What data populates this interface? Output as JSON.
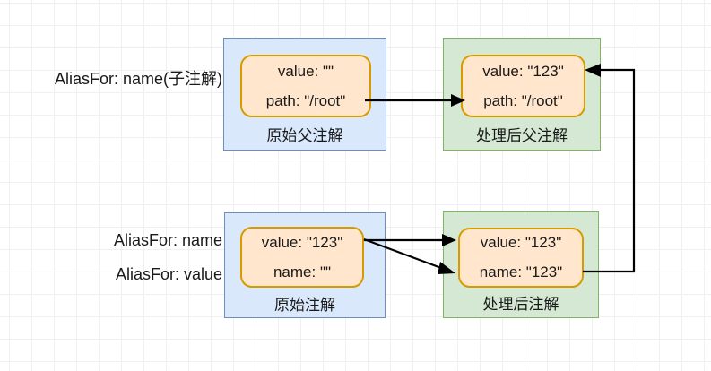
{
  "diagram": {
    "title": "AliasFor annotation processing",
    "background": "#ffffff",
    "grid_color": "#e4e4e4",
    "palette": {
      "blue_fill": "#dae8fc",
      "blue_stroke": "#6c8ebf",
      "green_fill": "#d5e8d4",
      "green_stroke": "#82b366",
      "orange_fill": "#ffe6cc",
      "orange_stroke": "#d79b00",
      "edge": "#000000"
    }
  },
  "labels": {
    "top": "AliasFor: name(子注解)",
    "bottom_first": "AliasFor: name",
    "bottom_second": "AliasFor: value"
  },
  "nodes": {
    "top_source": {
      "caption": "原始父注解",
      "line1": "value: \"\"",
      "line2": "path: \"/root\""
    },
    "top_result": {
      "caption": "处理后父注解",
      "line1": "value: \"123\"",
      "line2": "path: \"/root\""
    },
    "bottom_source": {
      "caption": "原始注解",
      "line1": "value: \"123\"",
      "line2": "name: \"\""
    },
    "bottom_result": {
      "caption": "处理后注解",
      "line1": "value: \"123\"",
      "line2": "name: \"123\""
    }
  },
  "edges": [
    {
      "name": "top-source-to-top-result",
      "from": "top_source",
      "to": "top_result",
      "style": "straight-arrow"
    },
    {
      "name": "bottom-source-to-result-value",
      "from": "bottom_source",
      "to": "bottom_result",
      "style": "straight-arrow"
    },
    {
      "name": "bottom-source-to-result-name",
      "from": "bottom_source",
      "to": "bottom_result",
      "style": "diagonal-arrow"
    },
    {
      "name": "bottom-result-name-to-top-result-value",
      "from": "bottom_result",
      "to": "top_result",
      "style": "orthogonal-arrow"
    }
  ]
}
